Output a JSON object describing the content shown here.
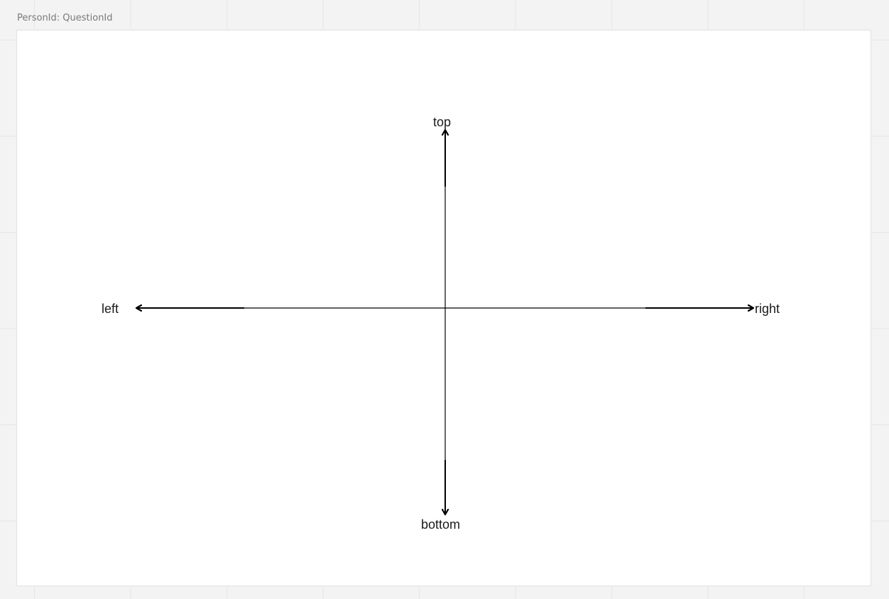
{
  "frame": {
    "label": "PersonId: QuestionId"
  },
  "diagram": {
    "labels": {
      "top": "top",
      "bottom": "bottom",
      "left": "left",
      "right": "right"
    },
    "colors": {
      "canvas_background": "#f3f3f3",
      "frame_background": "#ffffff",
      "stroke": "#000000"
    }
  }
}
